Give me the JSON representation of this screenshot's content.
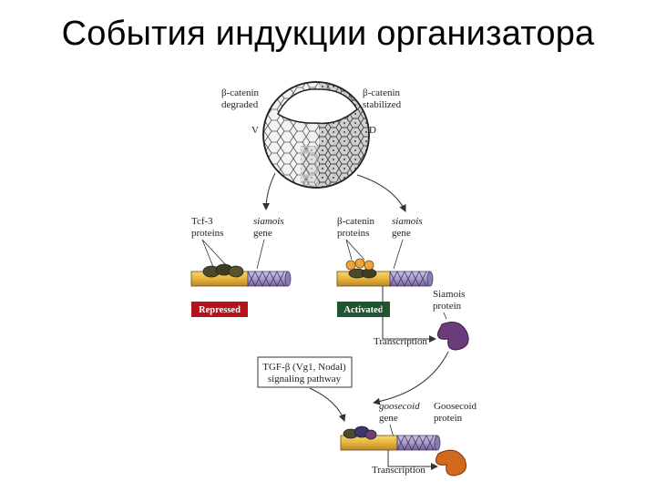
{
  "slide": {
    "title": "События индукции организатора"
  },
  "embryo": {
    "label_left_line1": "β-catenin",
    "label_left_line2": "degraded",
    "label_right_line1": "β-catenin",
    "label_right_line2": "stabilized",
    "pole_ventral": "V",
    "pole_dorsal": "D"
  },
  "left_panel": {
    "protein_line1": "Tcf-3",
    "protein_line2": "proteins",
    "gene_line1": "siamois",
    "gene_line2": "gene",
    "state": "Repressed",
    "state_color": "#b5121b"
  },
  "right_panel": {
    "protein_line1": "β-catenin",
    "protein_line2": "proteins",
    "gene_line1": "siamois",
    "gene_line2": "gene",
    "state": "Activated",
    "state_color": "#1e5631",
    "product_line1": "Siamois",
    "product_line2": "protein",
    "product_color": "#6a3d7a",
    "transcription": "Transcription"
  },
  "bottom_panel": {
    "pathway_line1": "TGF-β (Vg1, Nodal)",
    "pathway_line2": "signaling pathway",
    "gene_line1": "goosecoid",
    "gene_line2": "gene",
    "product_line1": "Goosecoid",
    "product_line2": "protein",
    "product_color": "#d2691e",
    "transcription": "Transcription"
  }
}
